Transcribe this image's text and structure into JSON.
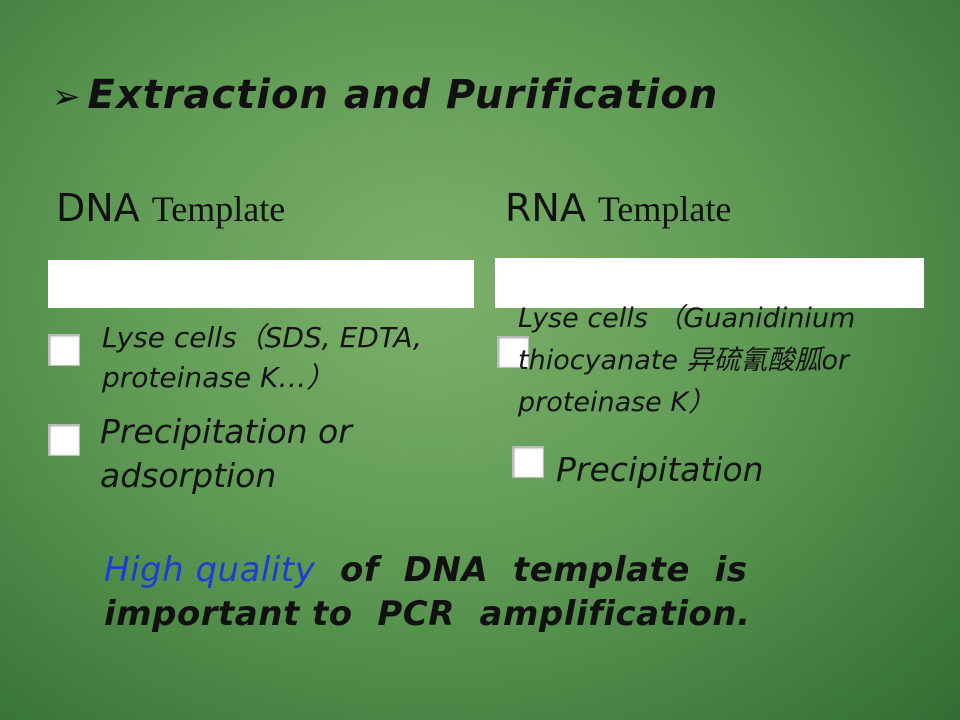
{
  "slide": {
    "title": "Extraction  and  Purification",
    "dna": {
      "head_main": "DNA",
      "head_sub": "Template",
      "items": [
        "Lyse cells（SDS, EDTA, proteinase K…）",
        "Precipitation or adsorption"
      ]
    },
    "rna": {
      "head_main": "RNA",
      "head_sub": "Template",
      "items": [
        "Lyse cells （Guanidinium thiocyanate 异硫氰酸胍or proteinase K）",
        "Precipitation"
      ]
    },
    "note": {
      "highlight": "High quality",
      "rest": "  of  DNA  template  is  important to  PCR  amplification."
    }
  },
  "colors": {
    "background": "#5f9a55",
    "highlight": "#1c3ed6"
  }
}
